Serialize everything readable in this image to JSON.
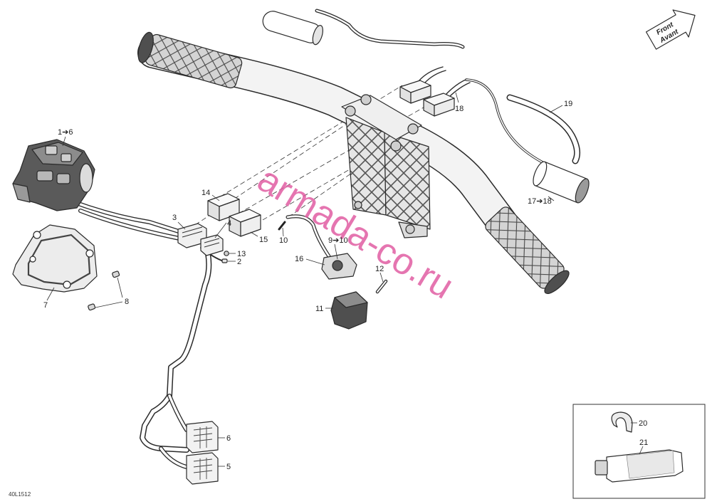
{
  "diagram": {
    "direction_arrow": {
      "front": "Front",
      "avant": "Avant"
    },
    "drawing_id": "40L1512",
    "watermark": "armada-co.ru",
    "callouts": {
      "c1_6": "1➔6",
      "c2": "2",
      "c3": "3",
      "c4": "4",
      "c5": "5",
      "c6": "6",
      "c7": "7",
      "c8": "8",
      "c9_10": "9➔10",
      "c10": "10",
      "c11": "11",
      "c12": "12",
      "c13": "13",
      "c14": "14",
      "c15": "15",
      "c16": "16",
      "c17_18": "17➔18",
      "c18": "18",
      "c19": "19",
      "c20": "20",
      "c21": "21"
    }
  },
  "colors": {
    "line": "#2a2a2a",
    "part_fill": "#f4f4f4",
    "dark_part": "#4f4f4f",
    "watermark": "#e0579f"
  }
}
